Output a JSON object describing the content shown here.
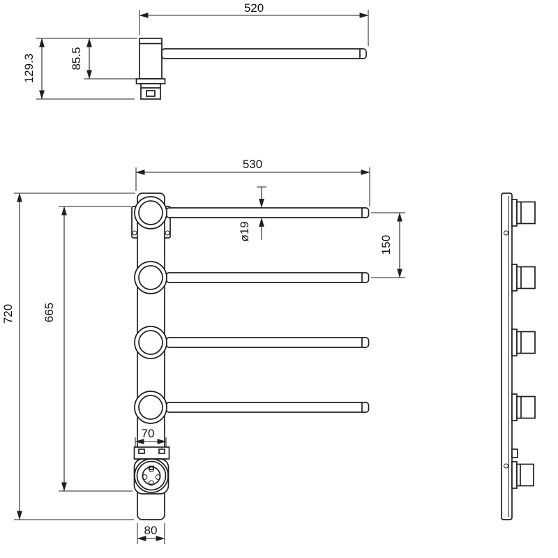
{
  "title": "Towel rail technical drawing, three orthographic views with dimensions",
  "colors": {
    "line": "#1f1f1f",
    "background": "#ffffff"
  },
  "views": {
    "top_view": {
      "name": "single-arm-detail-view",
      "dims": {
        "arm_length": "520",
        "overall_height": "129.3",
        "arm_height": "85.5"
      }
    },
    "front_view": {
      "name": "front-view",
      "dims": {
        "arm_span": "530",
        "arm_diameter": "ø19",
        "arm_pitch": "150",
        "overall_height": "720",
        "rail_height": "665",
        "junction_width": "70",
        "base_width": "80"
      }
    },
    "side_view": {
      "name": "side-profile-view"
    }
  }
}
